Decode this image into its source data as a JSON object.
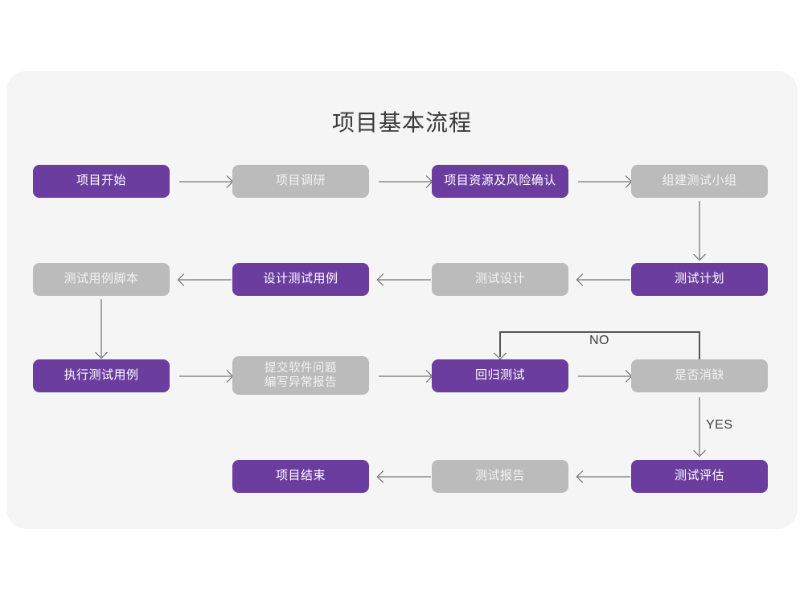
{
  "card": {
    "title": "项目基本流程",
    "background": "#f5f5f5",
    "accent_purple": "#6b3d9f",
    "accent_gray": "#bbbbbb",
    "arrow_color": "#555555"
  },
  "chart_data": {
    "type": "diagram",
    "title": "项目基本流程",
    "nodes": [
      {
        "id": "n1",
        "label": "项目开始",
        "style": "purple",
        "row": 1,
        "col": 1
      },
      {
        "id": "n2",
        "label": "项目调研",
        "style": "gray",
        "row": 1,
        "col": 2
      },
      {
        "id": "n3",
        "label": "项目资源及风险确认",
        "style": "purple",
        "row": 1,
        "col": 3
      },
      {
        "id": "n4",
        "label": "组建测试小组",
        "style": "gray",
        "row": 1,
        "col": 4
      },
      {
        "id": "n5",
        "label": "测试用例脚本",
        "style": "gray",
        "row": 2,
        "col": 1
      },
      {
        "id": "n6",
        "label": "设计测试用例",
        "style": "purple",
        "row": 2,
        "col": 2
      },
      {
        "id": "n7",
        "label": "测试设计",
        "style": "gray",
        "row": 2,
        "col": 3
      },
      {
        "id": "n8",
        "label": "测试计划",
        "style": "purple",
        "row": 2,
        "col": 4
      },
      {
        "id": "n9",
        "label": "执行测试用例",
        "style": "purple",
        "row": 3,
        "col": 1
      },
      {
        "id": "n10",
        "label": "提交软件问题\n编写异常报告",
        "style": "gray",
        "row": 3,
        "col": 2
      },
      {
        "id": "n11",
        "label": "回归测试",
        "style": "purple",
        "row": 3,
        "col": 3
      },
      {
        "id": "n12",
        "label": "是否消缺",
        "style": "gray",
        "row": 3,
        "col": 4
      },
      {
        "id": "n13",
        "label": "项目结束",
        "style": "purple",
        "row": 4,
        "col": 2
      },
      {
        "id": "n14",
        "label": "测试报告",
        "style": "gray",
        "row": 4,
        "col": 3
      },
      {
        "id": "n15",
        "label": "测试评估",
        "style": "purple",
        "row": 4,
        "col": 4
      }
    ],
    "edges": [
      {
        "from": "n1",
        "to": "n2",
        "dir": "right",
        "label": ""
      },
      {
        "from": "n2",
        "to": "n3",
        "dir": "right",
        "label": ""
      },
      {
        "from": "n3",
        "to": "n4",
        "dir": "right",
        "label": ""
      },
      {
        "from": "n4",
        "to": "n8",
        "dir": "down",
        "label": ""
      },
      {
        "from": "n8",
        "to": "n7",
        "dir": "left",
        "label": ""
      },
      {
        "from": "n7",
        "to": "n6",
        "dir": "left",
        "label": ""
      },
      {
        "from": "n6",
        "to": "n5",
        "dir": "left",
        "label": ""
      },
      {
        "from": "n5",
        "to": "n9",
        "dir": "down",
        "label": ""
      },
      {
        "from": "n9",
        "to": "n10",
        "dir": "right",
        "label": ""
      },
      {
        "from": "n10",
        "to": "n11",
        "dir": "right",
        "label": ""
      },
      {
        "from": "n11",
        "to": "n12",
        "dir": "right",
        "label": ""
      },
      {
        "from": "n12",
        "to": "n11",
        "dir": "loop-up-left",
        "label": "NO"
      },
      {
        "from": "n12",
        "to": "n15",
        "dir": "down",
        "label": "YES"
      },
      {
        "from": "n15",
        "to": "n14",
        "dir": "left",
        "label": ""
      },
      {
        "from": "n14",
        "to": "n13",
        "dir": "left",
        "label": ""
      }
    ],
    "labels": {
      "no": "NO",
      "yes": "YES"
    }
  }
}
